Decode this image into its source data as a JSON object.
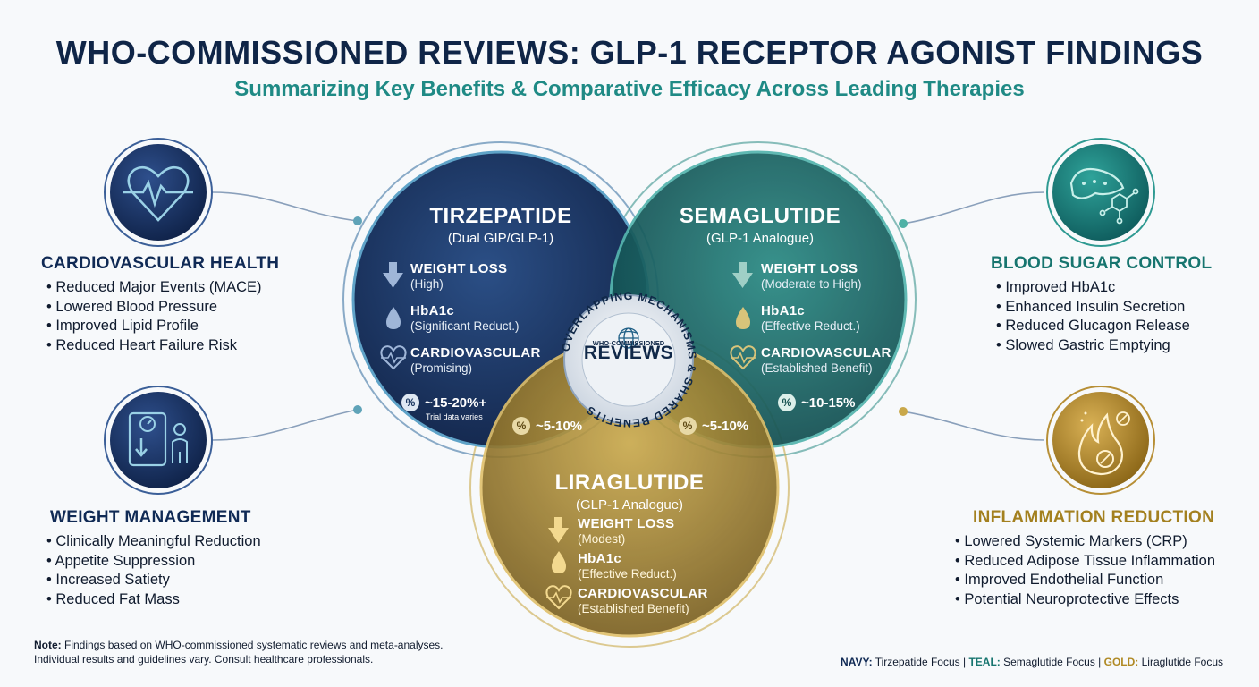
{
  "header": {
    "title": "WHO-COMMISSIONED REVIEWS: GLP-1 RECEPTOR AGONIST FINDINGS",
    "subtitle": "Summarizing Key Benefits & Comparative Efficacy Across Leading Therapies"
  },
  "colors": {
    "navy": "#1a3566",
    "teal": "#19706c",
    "gold": "#a88a2e",
    "title": "#0f2547",
    "subtitle": "#1f8a85"
  },
  "left_panels": [
    {
      "icon": "heart-pulse-icon",
      "heading": "CARDIOVASCULAR HEALTH",
      "items": [
        "Reduced Major Events (MACE)",
        "Lowered Blood Pressure",
        "Improved Lipid Profile",
        "Reduced Heart Failure Risk"
      ]
    },
    {
      "icon": "scale-person-icon",
      "heading": "WEIGHT MANAGEMENT",
      "items": [
        "Clinically Meaningful Reduction",
        "Appetite Suppression",
        "Increased Satiety",
        "Reduced Fat Mass"
      ]
    }
  ],
  "right_panels": [
    {
      "icon": "pancreas-molecule-icon",
      "heading": "BLOOD SUGAR CONTROL",
      "items": [
        "Improved HbA1c",
        "Enhanced Insulin Secretion",
        "Reduced Glucagon Release",
        "Slowed Gastric Emptying"
      ]
    },
    {
      "icon": "flame-icon",
      "heading": "INFLAMMATION REDUCTION",
      "items": [
        "Lowered Systemic Markers (CRP)",
        "Reduced Adipose Tissue Inflammation",
        "Improved Endothelial Function",
        "Potential Neuroprotective Effects"
      ]
    }
  ],
  "drugs": {
    "tirzepatide": {
      "name": "TIRZEPATIDE",
      "subtitle": "(Dual GIP/GLP-1)",
      "weight_title": "WEIGHT LOSS",
      "weight_level": "(High)",
      "hba1c_title": "HbA1c",
      "hba1c_level": "(Significant Reduct.)",
      "cv_title": "CARDIOVASCULAR",
      "cv_level": "(Promising)",
      "percent": "~15-20%+",
      "percent_note": "Trial data varies"
    },
    "semaglutide": {
      "name": "SEMAGLUTIDE",
      "subtitle": "(GLP-1 Analogue)",
      "weight_title": "WEIGHT LOSS",
      "weight_level": "(Moderate to High)",
      "hba1c_title": "HbA1c",
      "hba1c_level": "(Effective Reduct.)",
      "cv_title": "CARDIOVASCULAR",
      "cv_level": "(Established Benefit)",
      "percent": "~10-15%"
    },
    "liraglutide": {
      "name": "LIRAGLUTIDE",
      "subtitle": "(GLP-1 Analogue)",
      "weight_title": "WEIGHT LOSS",
      "weight_level": "(Modest)",
      "hba1c_title": "HbA1c",
      "hba1c_level": "(Effective Reduct.)",
      "cv_title": "CARDIOVASCULAR",
      "cv_level": "(Established Benefit)"
    }
  },
  "overlaps": {
    "tirz_lira": "~5-10%",
    "sema_lira": "~5-10%"
  },
  "center": {
    "ring_text": "OVERLAPPING MECHANISMS & SHARED BENEFITS",
    "small": "WHO-COMMISSIONED",
    "large": "REVIEWS"
  },
  "footer": {
    "note_label": "Note:",
    "note_line1": " Findings based on WHO-commissioned systematic reviews and meta-analyses.",
    "note_line2": "Individual results and guidelines vary. Consult healthcare professionals.",
    "legend_navy_label": "NAVY:",
    "legend_navy_text": " Tirzepatide Focus | ",
    "legend_teal_label": "TEAL:",
    "legend_teal_text": " Semaglutide Focus | ",
    "legend_gold_label": "GOLD:",
    "legend_gold_text": " Liraglutide Focus"
  }
}
